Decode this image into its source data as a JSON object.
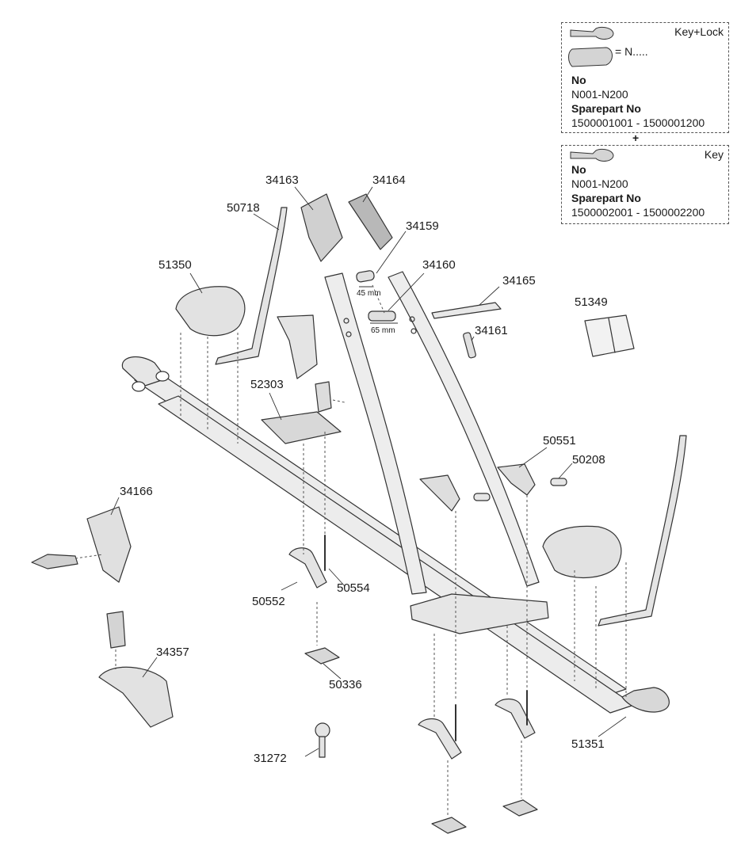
{
  "parts": {
    "p34163": "34163",
    "p34164": "34164",
    "p50718": "50718",
    "p34159": "34159",
    "p51350": "51350",
    "p34160": "34160",
    "p34165": "34165",
    "p51349": "51349",
    "p34161": "34161",
    "p52303": "52303",
    "p50551": "50551",
    "p50208": "50208",
    "p34166": "34166",
    "p50552": "50552",
    "p50554": "50554",
    "p34357": "34357",
    "p50336": "50336",
    "p31272": "31272",
    "p51351": "51351"
  },
  "dimensions": {
    "d45": "45 mm",
    "d65": "65 mm"
  },
  "key_lock_box": {
    "header": "Key+Lock",
    "equals": "= N.....",
    "no_label": "No",
    "no_value": "N001-N200",
    "spare_label": "Sparepart No",
    "spare_value": "1500001001 - 1500001200"
  },
  "plus_sign": "+",
  "key_box": {
    "header": "Key",
    "no_label": "No",
    "no_value": "N001-N200",
    "spare_label": "Sparepart No",
    "spare_value": "1500002001 - 1500002200"
  }
}
